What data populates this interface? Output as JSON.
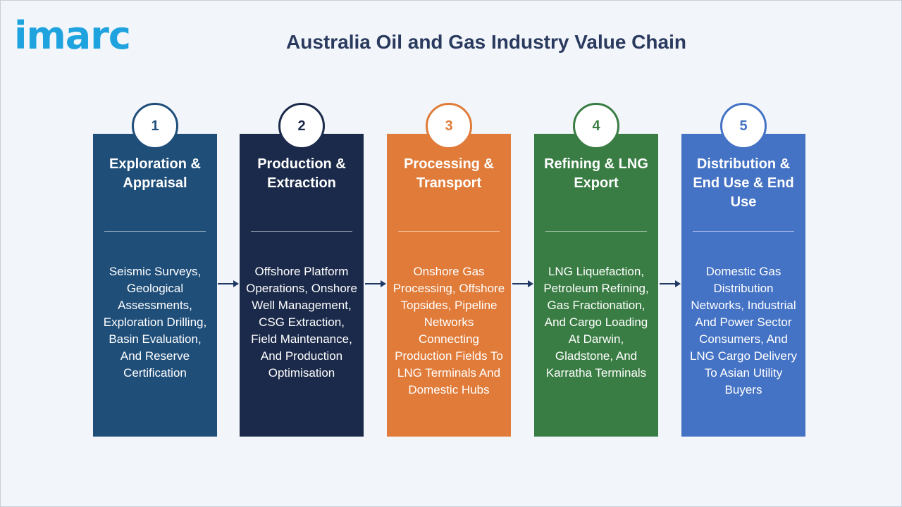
{
  "logo": "imarc",
  "title": "Australia Oil and Gas Industry Value Chain",
  "stages": [
    {
      "number": "1",
      "title": "Exploration & Appraisal",
      "description": "Seismic Surveys, Geological Assessments, Exploration Drilling, Basin Evaluation, And Reserve Certification",
      "color": "#1f4e79"
    },
    {
      "number": "2",
      "title": "Production & Extraction",
      "description": "Offshore Platform Operations, Onshore Well Management, CSG Extraction, Field Maintenance, And Production Optimisation",
      "color": "#1b2a4a"
    },
    {
      "number": "3",
      "title": "Processing & Transport",
      "description": "Onshore Gas Processing, Offshore Topsides, Pipeline Networks Connecting Production Fields To LNG Terminals And Domestic Hubs",
      "color": "#e07b39"
    },
    {
      "number": "4",
      "title": "Refining & LNG Export",
      "description": "LNG Liquefaction, Petroleum Refining, Gas Fractionation, And Cargo Loading At Darwin, Gladstone, And Karratha Terminals",
      "color": "#3a7d44"
    },
    {
      "number": "5",
      "title": "Distribution & End Use & End Use",
      "description": "Domestic Gas Distribution Networks, Industrial And Power Sector Consumers, And LNG Cargo Delivery To Asian Utility Buyers",
      "color": "#4472c4"
    }
  ],
  "arrow_color": "#1f3864"
}
